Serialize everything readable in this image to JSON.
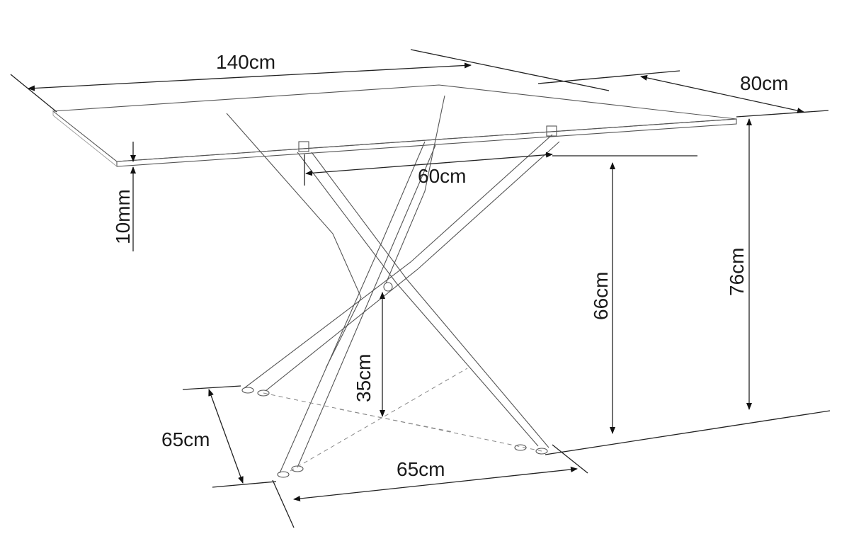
{
  "dimensions": {
    "length": "140cm",
    "width": "80cm",
    "frame_width": "60cm",
    "glass_thickness": "10mm",
    "leg_height": "66cm",
    "total_height": "76cm",
    "cross_height": "35cm",
    "base_depth": "65cm",
    "base_width": "65cm"
  }
}
